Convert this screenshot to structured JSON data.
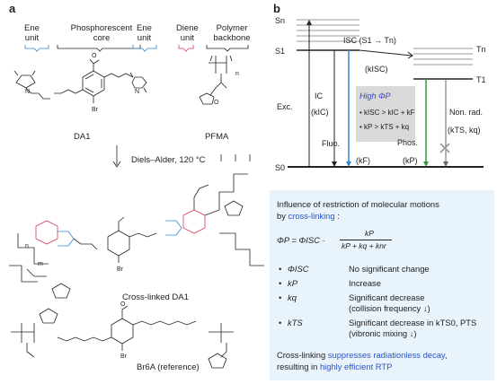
{
  "panel_a": {
    "letter": "a",
    "segments": {
      "ene_unit_left": "Ene\nunit",
      "core": "Phosphorescent\ncore",
      "ene_unit_right": "Ene\nunit",
      "diene_unit": "Diene\nunit",
      "polymer_backbone": "Polymer\nbackbone"
    },
    "molecules": {
      "da1": "DA1",
      "pfma": "PFMA",
      "crosslinked": "Cross-linked DA1",
      "br6a": "Br6A (reference)"
    },
    "reaction": "Diels–Alder, 120 °C",
    "atoms": {
      "o": "O",
      "n": "N",
      "br": "Br",
      "m": "m",
      "n_sub": "n"
    },
    "colors": {
      "ene": "#2f86d8",
      "diene": "#d83a5a",
      "adduct_blue": "#2f86d8",
      "adduct_red": "#d83a5a"
    }
  },
  "panel_b": {
    "letter": "b",
    "levels": {
      "sn": "Sn",
      "s1": "S1",
      "s0": "S0",
      "tn": "Tn",
      "t1": "T1"
    },
    "isc": "ISC (S1 → Tn)",
    "kisc": "(kISC)",
    "ic": "IC",
    "kic": "(kIC)",
    "exc": "Exc.",
    "fluo": "Fluo.",
    "kf": "(kF)",
    "phos": "Phos.",
    "kp": "(kP)",
    "nonrad": "Non. rad.",
    "kts": "(kTS, kq)",
    "highphi": "High ΦP",
    "bullet1": "• kISC > kIC + kF",
    "bullet2": "• kP > kTS + kq",
    "colors": {
      "fluo": "#2f86d8",
      "phos": "#2f9a3c",
      "box": "#d9d9d9",
      "highphi": "#3a44c8"
    }
  },
  "info": {
    "title_line1": "Influence of restriction of molecular motions",
    "title_line2_pre": "by ",
    "title_line2_link": "cross-linking",
    "title_line2_post": " :",
    "equation_lhs": "ΦP = ΦISC ·",
    "equation_num": "kP",
    "equation_den": "kP + kq + knr",
    "rows": [
      {
        "sym": "ΦISC",
        "desc": "No significant change",
        "desc2": ""
      },
      {
        "sym": "kP",
        "desc": "Increase",
        "desc2": ""
      },
      {
        "sym": "kq",
        "desc": "Significant decrease",
        "desc2": "(collision frequency ↓)"
      },
      {
        "sym": "kTS",
        "desc": "Significant decrease in kTS0, PTS",
        "desc2": "(vibronic mixing ↓)"
      }
    ],
    "conclusion1_pre": "Cross-linking ",
    "conclusion1_link": "suppresses radiationless decay",
    "conclusion1_post": ",",
    "conclusion2_pre": "resulting in ",
    "conclusion2_link": "highly efficient RTP"
  }
}
